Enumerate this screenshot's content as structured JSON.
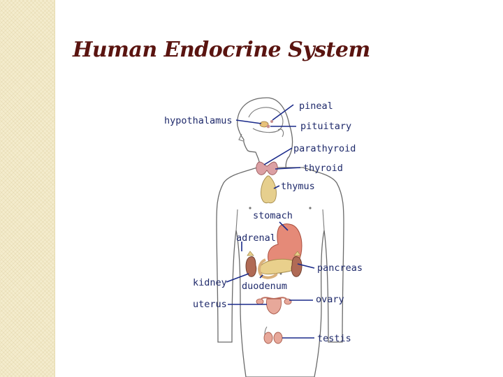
{
  "slide": {
    "title": "Human Endocrine System"
  },
  "diagram": {
    "labels": {
      "pineal": "pineal",
      "hypothalamus": "hypothalamus",
      "pituitary": "pituitary",
      "parathyroid": "parathyroid",
      "thyroid": "thyroid",
      "thymus": "thymus",
      "stomach": "stomach",
      "adrenal": "adrenal",
      "pancreas": "pancreas",
      "kidney": "kidney",
      "duodenum": "duodenum",
      "uterus": "uterus",
      "ovary": "ovary",
      "testis": "testis"
    },
    "colors": {
      "title": "#5a1410",
      "label_text": "#1f2a6b",
      "leader_line": "#1a2a8a",
      "stomach": "#e58a78",
      "pancreas": "#e9d08c",
      "thymus": "#e6cf8e",
      "thyroid": "#dba0a4",
      "kidney": "#b06a55",
      "gonads": "#e7a89a",
      "side_strip": "#f4eccd"
    }
  }
}
